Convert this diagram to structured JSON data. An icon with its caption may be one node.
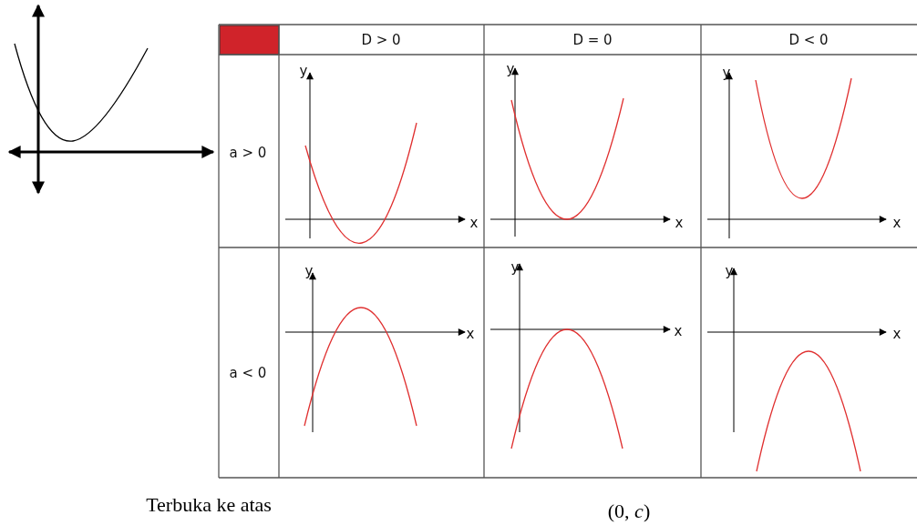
{
  "diagram": {
    "labels": [
      "D > 0",
      "D = 0",
      "D < 0",
      "a > 0",
      "y",
      "x",
      "y",
      "x",
      "y",
      "x",
      "a < 0",
      "y",
      "x",
      "y",
      "x",
      "y",
      "x",
      "Terbuka ke atas",
      "(0, *c*)"
    ]
  }
}
